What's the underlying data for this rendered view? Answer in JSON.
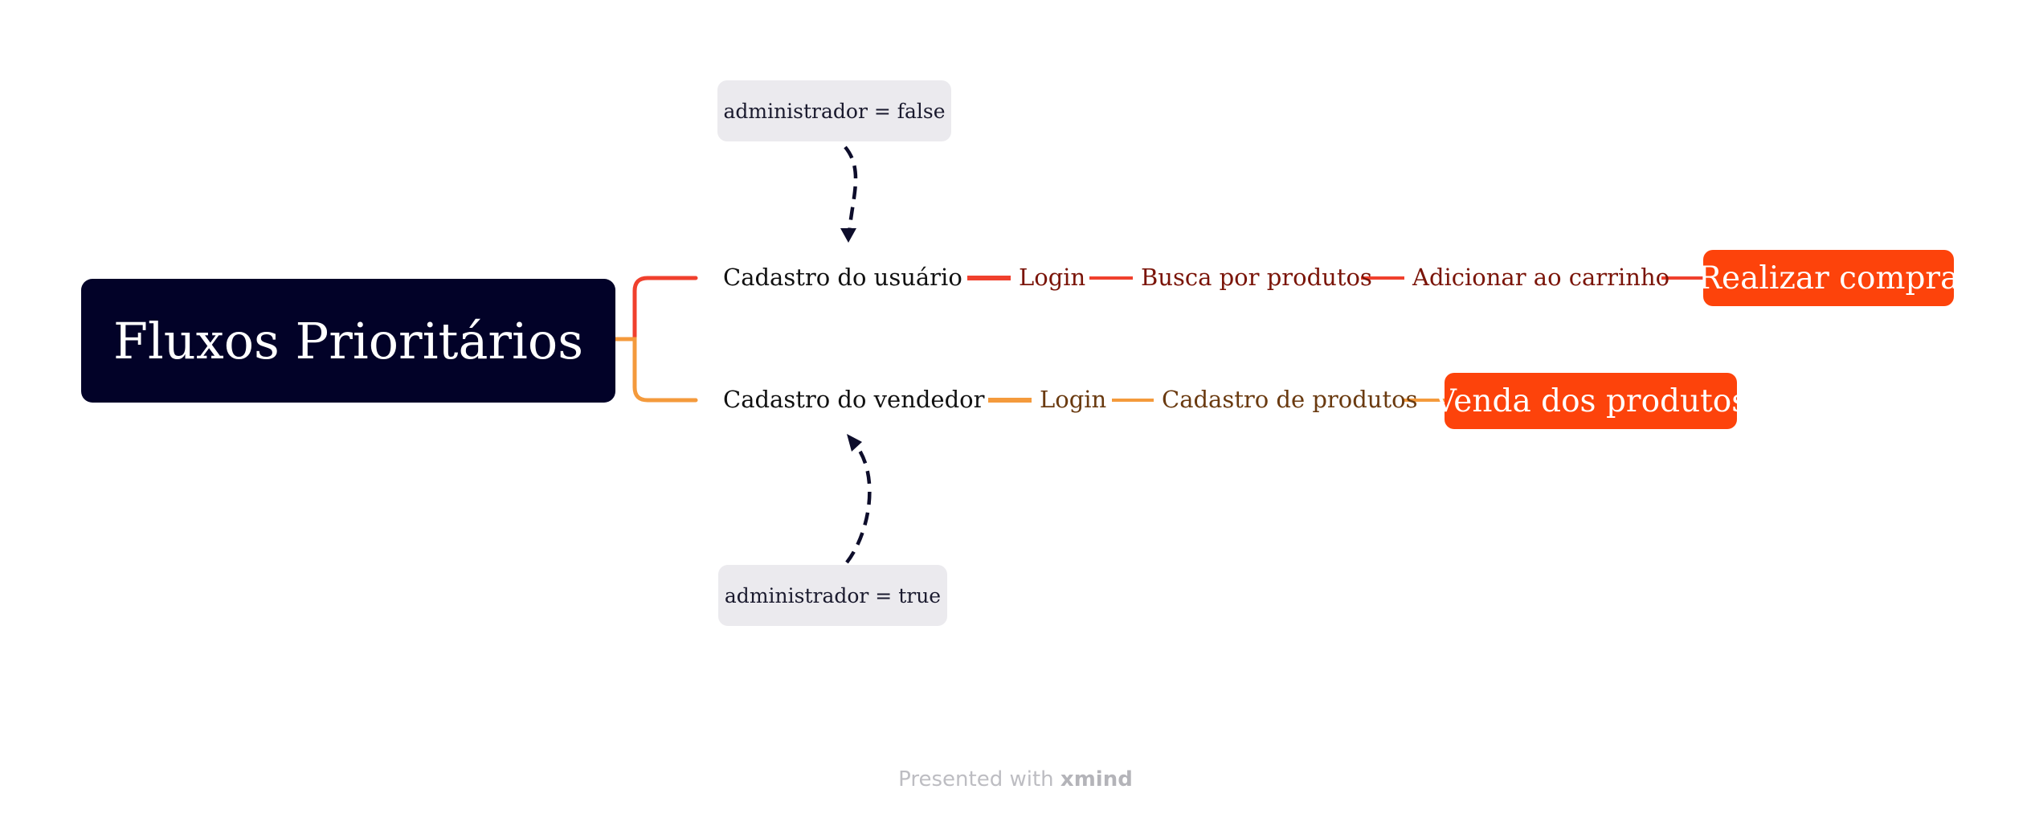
{
  "colors": {
    "root_bg": "#020228",
    "branch_red": "#f0402d",
    "branch_orange": "#f49a3c",
    "final_box": "#fd430b",
    "note_bg": "#ebeaee",
    "arrow": "#0d0d2b"
  },
  "map": {
    "root": "Fluxos Prioritários",
    "branches": [
      {
        "label": "Cadastro do usuário",
        "steps": [
          "Login",
          "Busca por produtos",
          "Adicionar ao carrinho"
        ],
        "final": "Realizar compra",
        "note": "administrador = false"
      },
      {
        "label": "Cadastro do vendedor",
        "steps": [
          "Login",
          "Cadastro de produtos"
        ],
        "final": "Venda dos produtos",
        "note": "administrador = true"
      }
    ]
  },
  "footer": {
    "prefix": "Presented with",
    "brand": "xmind"
  }
}
